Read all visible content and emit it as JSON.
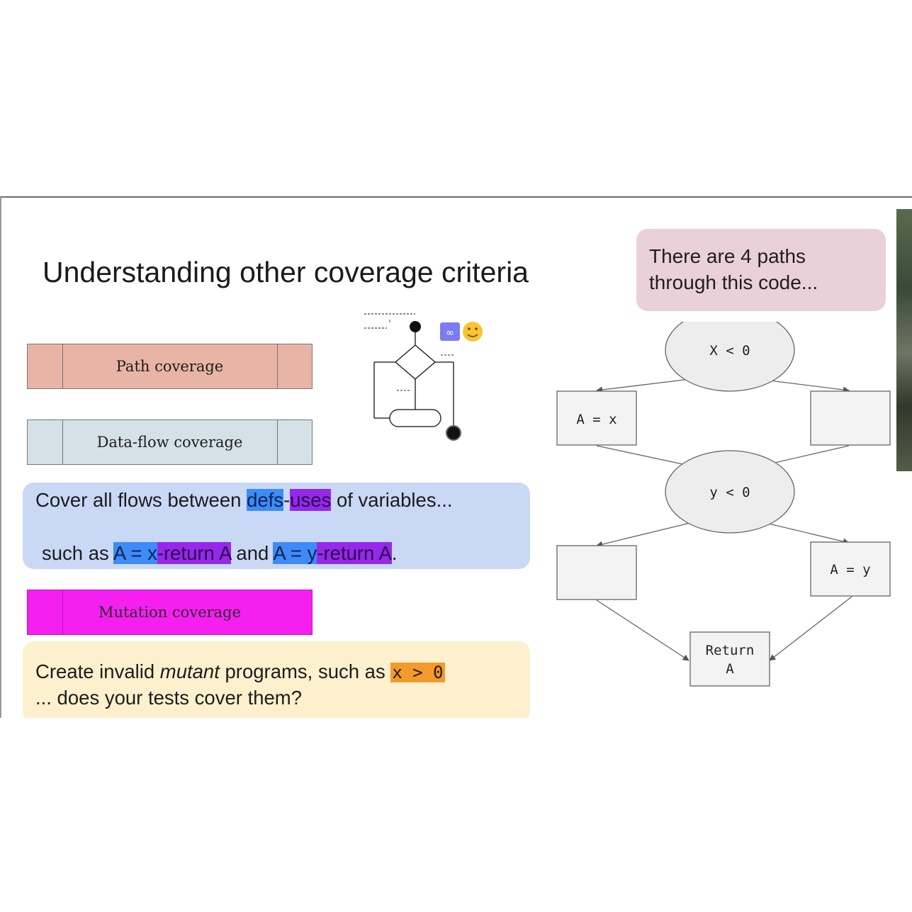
{
  "slide": {
    "title": "Understanding other coverage criteria",
    "callout": {
      "line1": "There are 4 paths",
      "line2": "through this code..."
    },
    "coverage_boxes": {
      "path": "Path coverage",
      "dataflow": "Data-flow coverage",
      "mutation": "Mutation coverage"
    },
    "defs_panel": {
      "l1_pre": "Cover all flows between ",
      "defs": "defs",
      "dash": "-",
      "uses": "uses",
      "l1_post": " of variables...",
      "l2_pre": "such as ",
      "a_eq_x": "A = x",
      "ret1": "-return A",
      "and": " and ",
      "a_eq_y": "A = y",
      "ret2": "-return A",
      "period": "."
    },
    "mutant_panel": {
      "pre": "Create invalid ",
      "mutant": "mutant",
      "post": " programs, such as ",
      "code": "x > 0",
      "line2": "... does your tests cover them?"
    },
    "flow_diagram": {
      "cond1": "X < 0",
      "assign_x": "A = x",
      "cond2": "y < 0",
      "assign_y": "A = y",
      "return_l1": "Return",
      "return_l2": "A"
    }
  },
  "colors": {
    "path_box": "#e8b4a6",
    "dataflow_box": "#d4e1e6",
    "mutation_box": "#f520f0",
    "defs_panel": "#c9d8f5",
    "mutant_panel": "#fdf0cd",
    "callout": "#ead0d8",
    "highlight_blue": "#3d8cf5",
    "highlight_purple": "#9628e8",
    "highlight_orange": "#f29a2c"
  },
  "icons": [
    "flowchart-thumbnail-icon",
    "infinity-badge-icon",
    "smiley-emoji-icon"
  ]
}
